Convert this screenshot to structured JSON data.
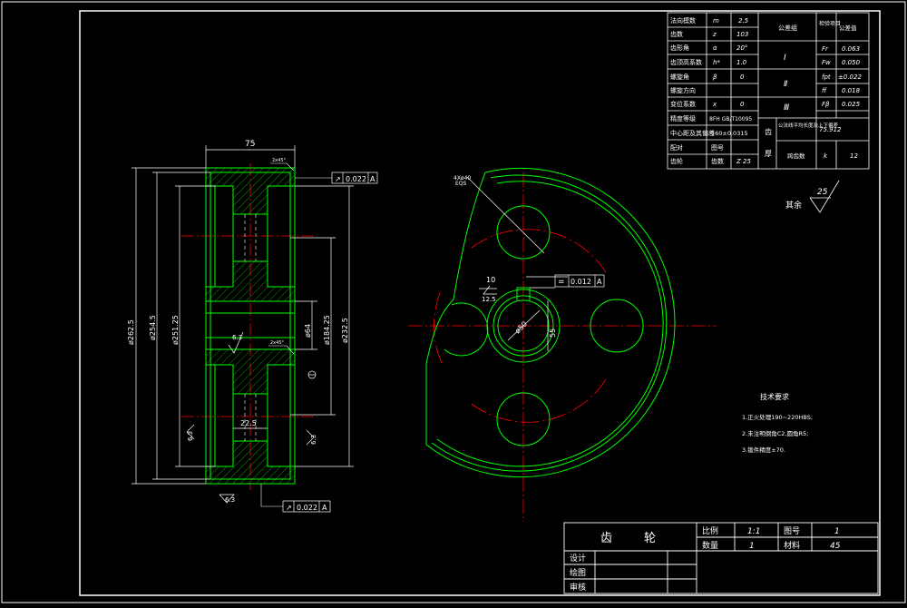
{
  "colors": {
    "background": "#000000",
    "frame": "#ffffff",
    "part": "#00ff00",
    "centerline": "#ff0000"
  },
  "param_table": {
    "rows": [
      {
        "name": "法向模数",
        "sym": "m",
        "val": "2.5"
      },
      {
        "name": "齿数",
        "sym": "z",
        "val": "103"
      },
      {
        "name": "齿形角",
        "sym": "α",
        "val": "20°"
      },
      {
        "name": "齿顶高系数",
        "sym": "h*",
        "val": "1.0"
      },
      {
        "name": "螺旋角",
        "sym": "β",
        "val": "0"
      },
      {
        "name": "螺旋方向",
        "sym": "",
        "val": ""
      },
      {
        "name": "变位系数",
        "sym": "x",
        "val": "0"
      },
      {
        "name": "精度等级",
        "sym": "",
        "val": "8FH GB/T10095"
      },
      {
        "name": "中心距及其偏差",
        "sym": "",
        "val": "160±0.0315"
      },
      {
        "name": "配对",
        "sym": "图号",
        "val": ""
      },
      {
        "name": "齿轮",
        "sym": "齿数",
        "val": "Z 25"
      }
    ],
    "group_header": "公差组",
    "check_header": "检验项目",
    "tol_header": "公差值",
    "groups": [
      "Ⅰ",
      "Ⅱ",
      "Ⅲ"
    ],
    "checks": [
      {
        "sym": "Fr",
        "val": "0.063"
      },
      {
        "sym": "Fw",
        "val": "0.050"
      },
      {
        "sym": "fpt",
        "val": "±0.022"
      },
      {
        "sym": "ff",
        "val": "0.018"
      },
      {
        "sym": "Fβ",
        "val": "0.025"
      }
    ],
    "span_label_1": "公法线平均长度及上下偏差",
    "span_value": "75.912",
    "span_label_2": "跨齿数",
    "span_k": "k",
    "span_n": "12",
    "left_a": "齿",
    "left_b": "厚"
  },
  "roughness_other": {
    "label": "其余",
    "value": "25"
  },
  "section_view": {
    "width_dim": "75",
    "dims": [
      "ø262.5",
      "ø254.5",
      "ø251.25",
      "ø64",
      "ø184.25",
      "ø232.5"
    ],
    "roughness": [
      "6.3",
      "6.3",
      "6.3",
      "6.3"
    ],
    "hub_dim": "22.5",
    "chamfer": "2x45°",
    "tol_top": {
      "sym": "↗",
      "val": "0.022",
      "datum": "A"
    },
    "tol_bottom": {
      "sym": "↗",
      "val": "0.022",
      "datum": "A"
    }
  },
  "front_view": {
    "hole_dim": "4Xø40",
    "hole_ref": "EQS",
    "keyway_width": "10",
    "keyway_depth": "55",
    "bore": "ø50",
    "keyway_tol": {
      "sym": "=",
      "val": "0.012",
      "datum": "A"
    },
    "roughness": "12.5"
  },
  "tech_notes": {
    "title": "技术要求",
    "lines": [
      "1.正火处理190~220HBS;",
      "2.未注明倒角C2,圆角R5;",
      "3.锻件精度±70."
    ]
  },
  "title_block": {
    "name_a": "齿",
    "name_b": "轮",
    "scale_label": "比例",
    "scale": "1:1",
    "drawing_no_label": "图号",
    "drawing_no": "1",
    "qty_label": "数量",
    "qty": "1",
    "material_label": "材料",
    "material": "45",
    "design": "设计",
    "draw": "绘图",
    "review": "审核"
  }
}
